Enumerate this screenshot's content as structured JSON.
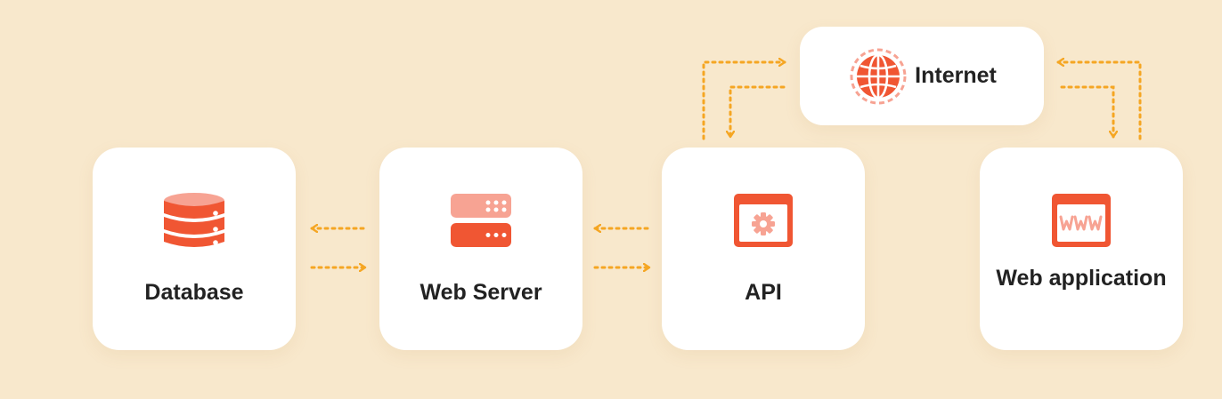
{
  "colors": {
    "background": "#f8e8cc",
    "card": "#ffffff",
    "icon_primary": "#f05633",
    "icon_secondary": "#f7a393",
    "arrow": "#f5a623",
    "text": "#222222"
  },
  "nodes": {
    "database": {
      "label": "Database",
      "icon": "database-icon"
    },
    "web_server": {
      "label": "Web Server",
      "icon": "server-icon"
    },
    "api": {
      "label": "API",
      "icon": "api-window-gear-icon"
    },
    "web_application": {
      "label": "Web application",
      "icon": "www-browser-icon"
    },
    "internet": {
      "label": "Internet",
      "icon": "globe-icon"
    }
  },
  "connections": [
    {
      "from": "web_server",
      "to": "database"
    },
    {
      "from": "database",
      "to": "web_server"
    },
    {
      "from": "api",
      "to": "web_server"
    },
    {
      "from": "web_server",
      "to": "api"
    },
    {
      "from": "api",
      "to": "internet"
    },
    {
      "from": "internet",
      "to": "api"
    },
    {
      "from": "web_application",
      "to": "internet"
    },
    {
      "from": "internet",
      "to": "web_application"
    }
  ]
}
